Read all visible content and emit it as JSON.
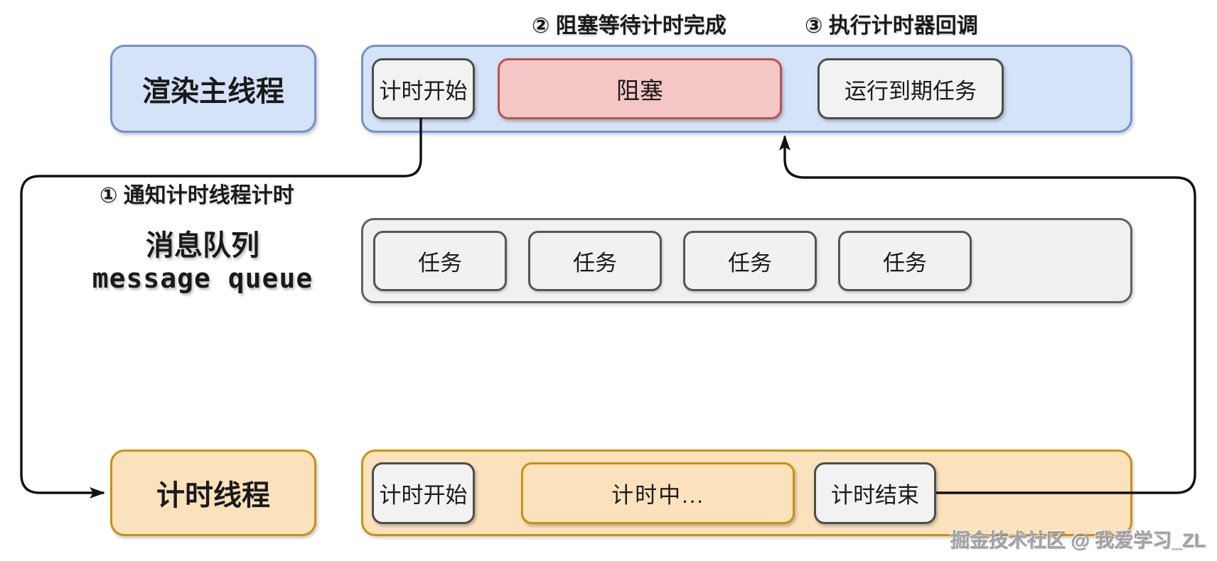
{
  "annotations": {
    "step1": "① 通知计时线程计时",
    "step2": "② 阻塞等待计时完成",
    "step3": "③ 执行计时器回调"
  },
  "render_main_thread": {
    "label": "渲染主线程",
    "timeline": {
      "timer_start": "计时开始",
      "block": "阻塞",
      "run_due_tasks": "运行到期任务"
    }
  },
  "message_queue": {
    "label_zh": "消息队列",
    "label_en": "message queue",
    "tasks": [
      "任务",
      "任务",
      "任务",
      "任务"
    ]
  },
  "timer_thread": {
    "label": "计时线程",
    "timeline": {
      "timer_start": "计时开始",
      "timing": "计时中...",
      "timer_end": "计时结束"
    }
  },
  "watermark": "掘金技术社区 @ 我爱学习_ZL",
  "colors": {
    "blue_fill": "#d5e3f8",
    "blue_border": "#7491cf",
    "red_fill": "#f4c7c6",
    "red_border": "#b85450",
    "gray_fill": "#f2f2f2",
    "gray_border": "#4d4d4d",
    "queue_fill": "#f0f0f0",
    "queue_border": "#616161",
    "orange_fill": "#fbe2bd",
    "orange_border": "#c8930d",
    "arrow_line": "#111111"
  }
}
